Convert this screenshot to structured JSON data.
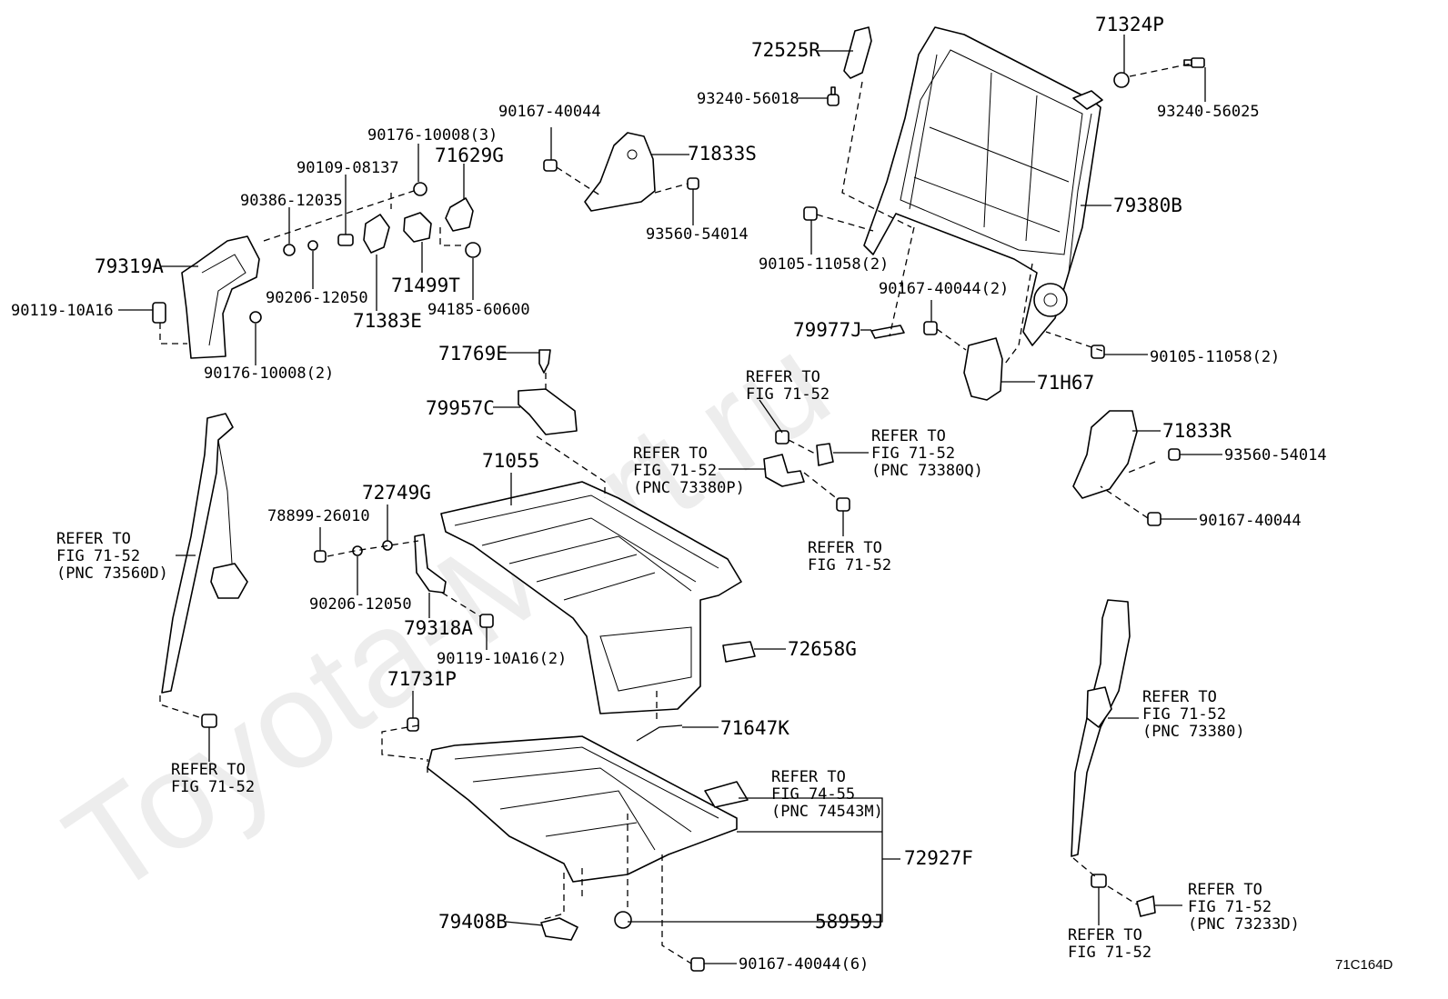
{
  "watermark": "Toyota-Mart.ru",
  "figure_code": "71C164D",
  "parts": {
    "p72525R": "72525R",
    "p71324P": "71324P",
    "p93240_56018": "93240-56018",
    "p93240_56025": "93240-56025",
    "p90167_40044_top": "90167-40044",
    "p71833S": "71833S",
    "p90176_10008_3": "90176-10008(3)",
    "p71629G": "71629G",
    "p90109_08137": "90109-08137",
    "p90386_12035": "90386-12035",
    "p79319A": "79319A",
    "p90206_12050_a": "90206-12050",
    "p71499T": "71499T",
    "p71383E": "71383E",
    "p94185_60600": "94185-60600",
    "p90119_10A16": "90119-10A16",
    "p90176_10008_2": "90176-10008(2)",
    "p93560_54014_a": "93560-54014",
    "p79380B": "79380B",
    "p90105_11058_2a": "90105-11058(2)",
    "p90167_40044_2": "90167-40044(2)",
    "p79977J": "79977J",
    "p90105_11058_2b": "90105-11058(2)",
    "p71H67": "71H67",
    "p71769E": "71769E",
    "p79957C": "79957C",
    "p71833R": "71833R",
    "p93560_54014_b": "93560-54014",
    "p90167_40044_r": "90167-40044",
    "p71055": "71055",
    "p72749G": "72749G",
    "p78899_26010": "78899-26010",
    "p90206_12050_b": "90206-12050",
    "p79318A": "79318A",
    "p90119_10A16_2": "90119-10A16(2)",
    "p72658G": "72658G",
    "p71731P": "71731P",
    "p71647K": "71647K",
    "p72927F": "72927F",
    "p79408B": "79408B",
    "p58959J": "58959J",
    "p90167_40044_6": "90167-40044(6)"
  },
  "refs": {
    "r_belt_left": [
      "REFER TO",
      "FIG 71-52",
      "(PNC 73560D)"
    ],
    "r_belt_left_bolt": [
      "REFER TO",
      "FIG 71-52"
    ],
    "r_mid_top": [
      "REFER TO",
      "FIG 71-52"
    ],
    "r_mid_left": [
      "REFER TO",
      "FIG 71-52",
      "(PNC 73380P)"
    ],
    "r_mid_right": [
      "REFER TO",
      "FIG 71-52",
      "(PNC 73380Q)"
    ],
    "r_mid_bolt": [
      "REFER TO",
      "FIG 71-52"
    ],
    "r_cover": [
      "REFER TO",
      "FIG 74-55",
      "(PNC 74543M)"
    ],
    "r_belt_right": [
      "REFER TO",
      "FIG 71-52",
      "(PNC 73380)"
    ],
    "r_belt_right_buckle": [
      "REFER TO",
      "FIG 71-52",
      "(PNC 73233D)"
    ],
    "r_belt_right_bolt": [
      "REFER TO",
      "FIG 71-52"
    ]
  }
}
